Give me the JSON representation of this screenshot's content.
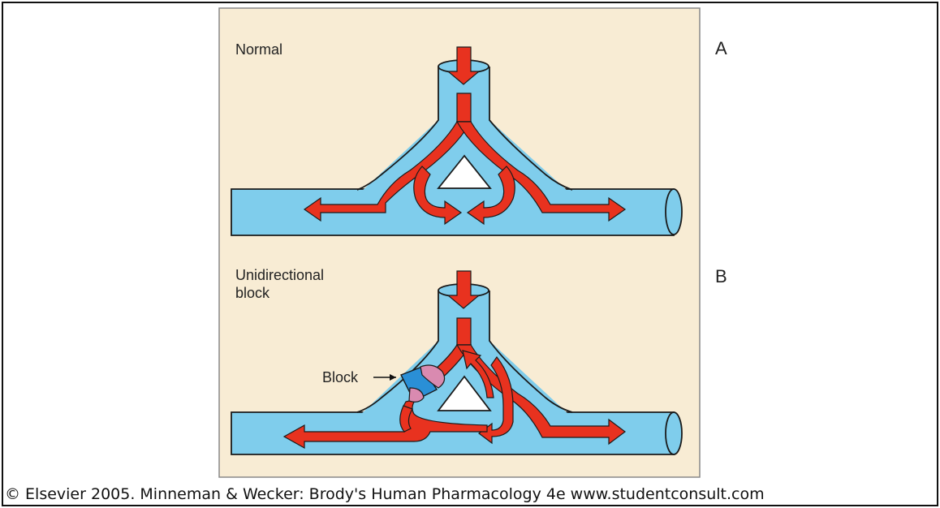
{
  "panels": [
    {
      "letter": "A",
      "title": "Normal"
    },
    {
      "letter": "B",
      "title_line1": "Unidirectional",
      "title_line2": "block",
      "block_label": "Block"
    }
  ],
  "footer": {
    "copyright": "© Elsevier 2005. Minneman & Wecker: Brody's Human Pharmacology 4e www.studentconsult.com"
  },
  "colors": {
    "panel_bg": "#f8ecd4",
    "vessel_blue": "#7fcdec",
    "arrow_red": "#e8321f",
    "block_pink": "#d98ab0",
    "block_blue": "#2a8fd6"
  }
}
